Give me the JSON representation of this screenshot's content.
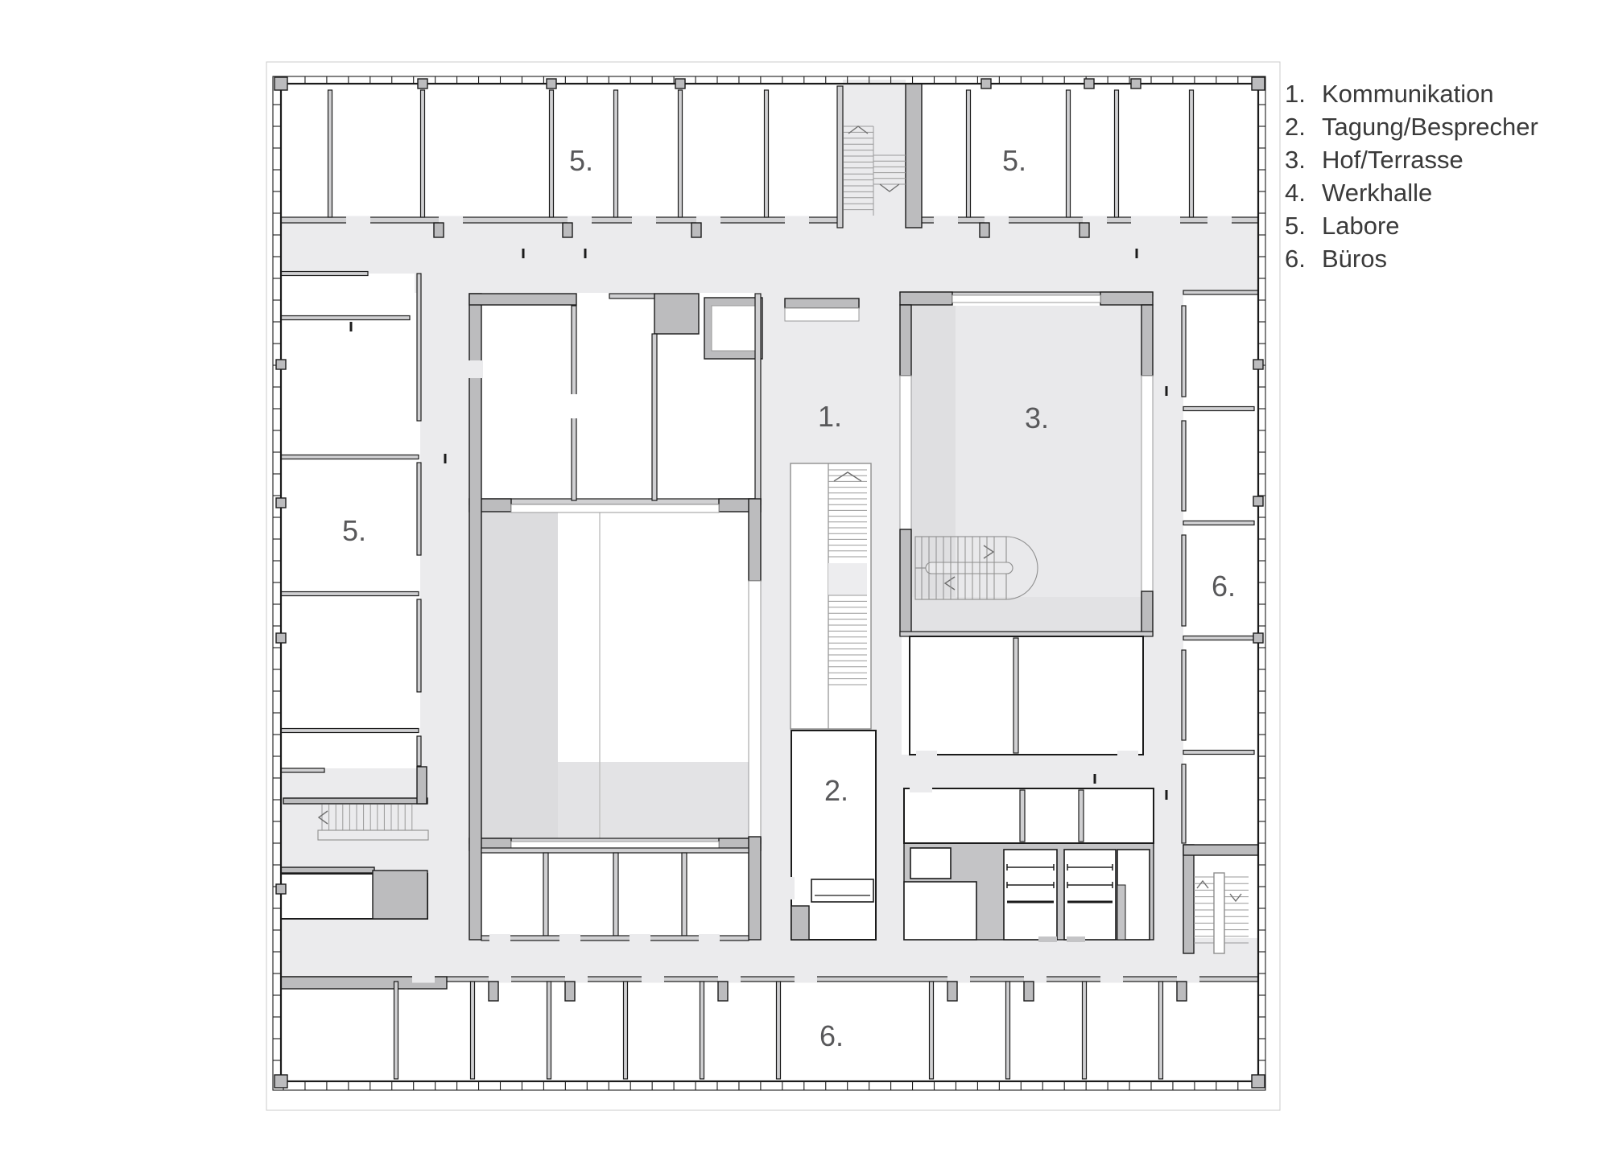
{
  "legend": {
    "items": [
      {
        "num": "1.",
        "label": "Kommunikation"
      },
      {
        "num": "2.",
        "label": "Tagung/Besprecher"
      },
      {
        "num": "3.",
        "label": "Hof/Terrasse"
      },
      {
        "num": "4.",
        "label": "Werkhalle"
      },
      {
        "num": "5.",
        "label": "Labore"
      },
      {
        "num": "6.",
        "label": "Büros"
      }
    ]
  },
  "plan_labels": [
    {
      "id": "labore-top-left",
      "text": "5."
    },
    {
      "id": "labore-top-right",
      "text": "5."
    },
    {
      "id": "labore-left",
      "text": "5."
    },
    {
      "id": "kommunikation",
      "text": "1."
    },
    {
      "id": "hof-terrasse",
      "text": "3."
    },
    {
      "id": "bueros-right",
      "text": "6."
    },
    {
      "id": "tagung-besprecher",
      "text": "2."
    },
    {
      "id": "bueros-bottom",
      "text": "6."
    }
  ],
  "colors": {
    "line": "#1b1b1b",
    "wall_fill": "#bcbcbe",
    "wall_thin_fill": "#d0d0d2",
    "corridor": "#ebebed",
    "courtyard": "#e9e9eb",
    "courtyard_strip": "#dfdfe1",
    "hall_strip": "#dcdcde",
    "hall_band": "#e3e3e5",
    "service_gray": "#c4c4c6",
    "label_text": "#58585a",
    "legend_text": "#3a3a3a"
  }
}
